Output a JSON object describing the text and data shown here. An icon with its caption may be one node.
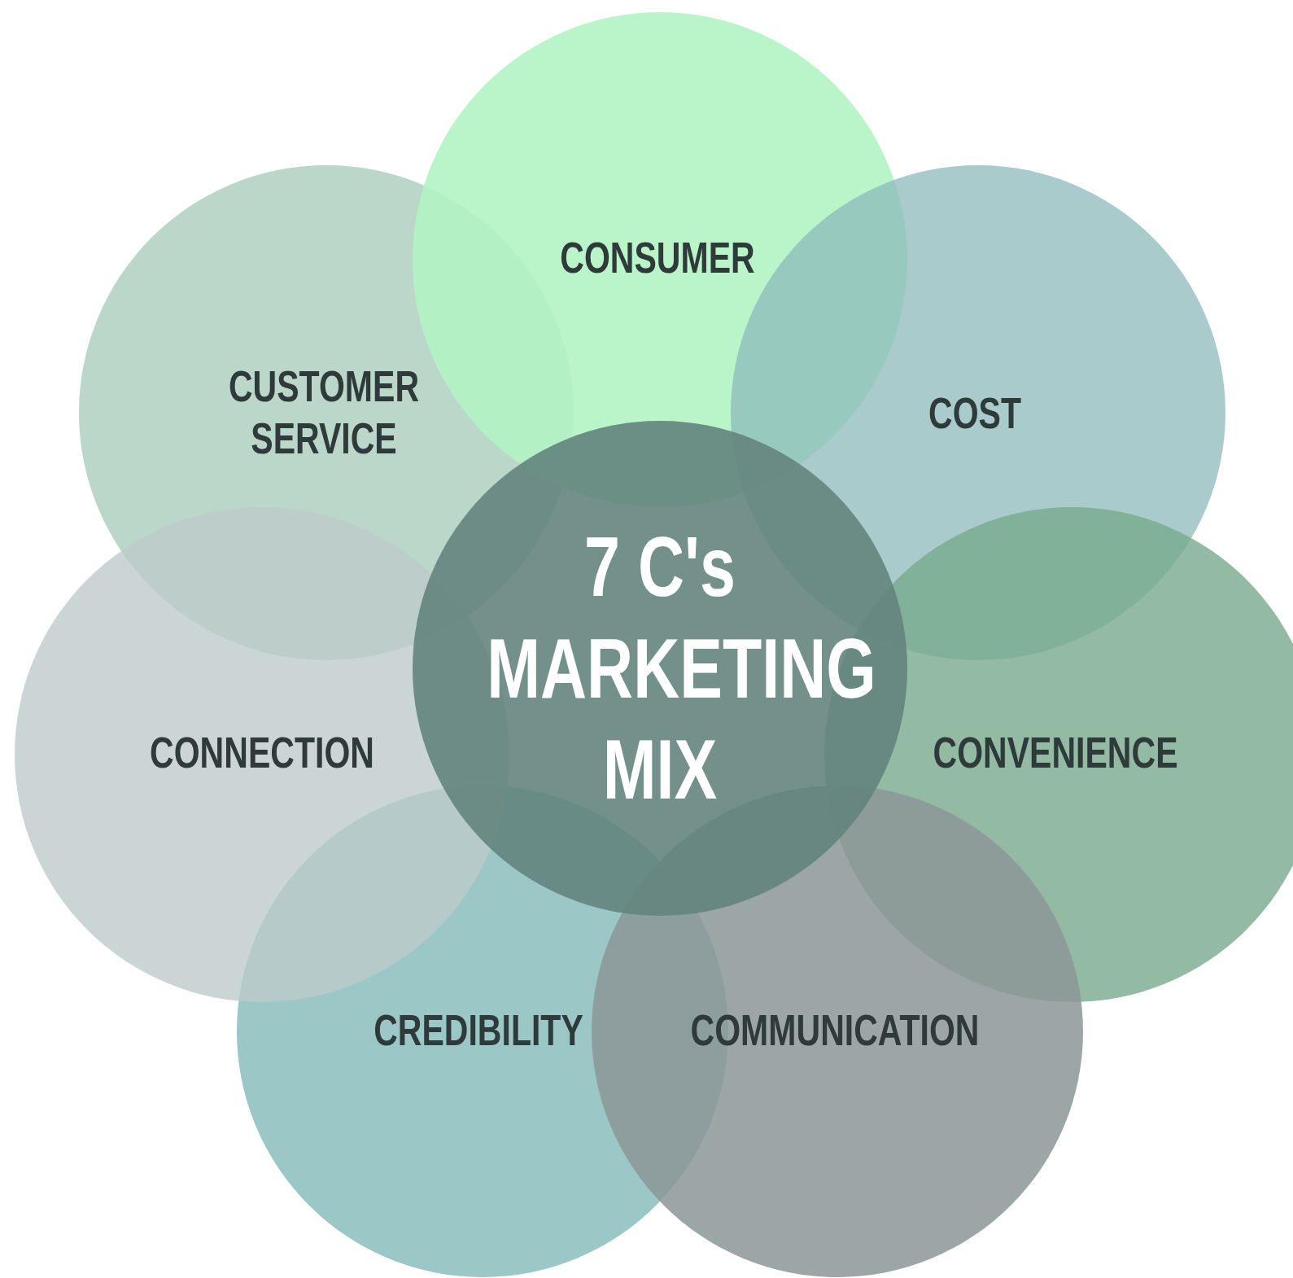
{
  "diagram": {
    "nodes": [
      {
        "text": [
          "7 C's MARKETING MIX"
        ]
      },
      {
        "text": [
          "CONSUMER"
        ]
      },
      {
        "text": [
          "COST"
        ]
      },
      {
        "text": [
          "CONVENIENCE"
        ]
      },
      {
        "text": [
          "COMMUNICATION"
        ]
      },
      {
        "text": [
          "CREDIBILITY"
        ]
      },
      {
        "text": [
          "CONNECTION"
        ]
      },
      {
        "text": [
          "CUSTOMER SERVICE"
        ]
      }
    ]
  }
}
